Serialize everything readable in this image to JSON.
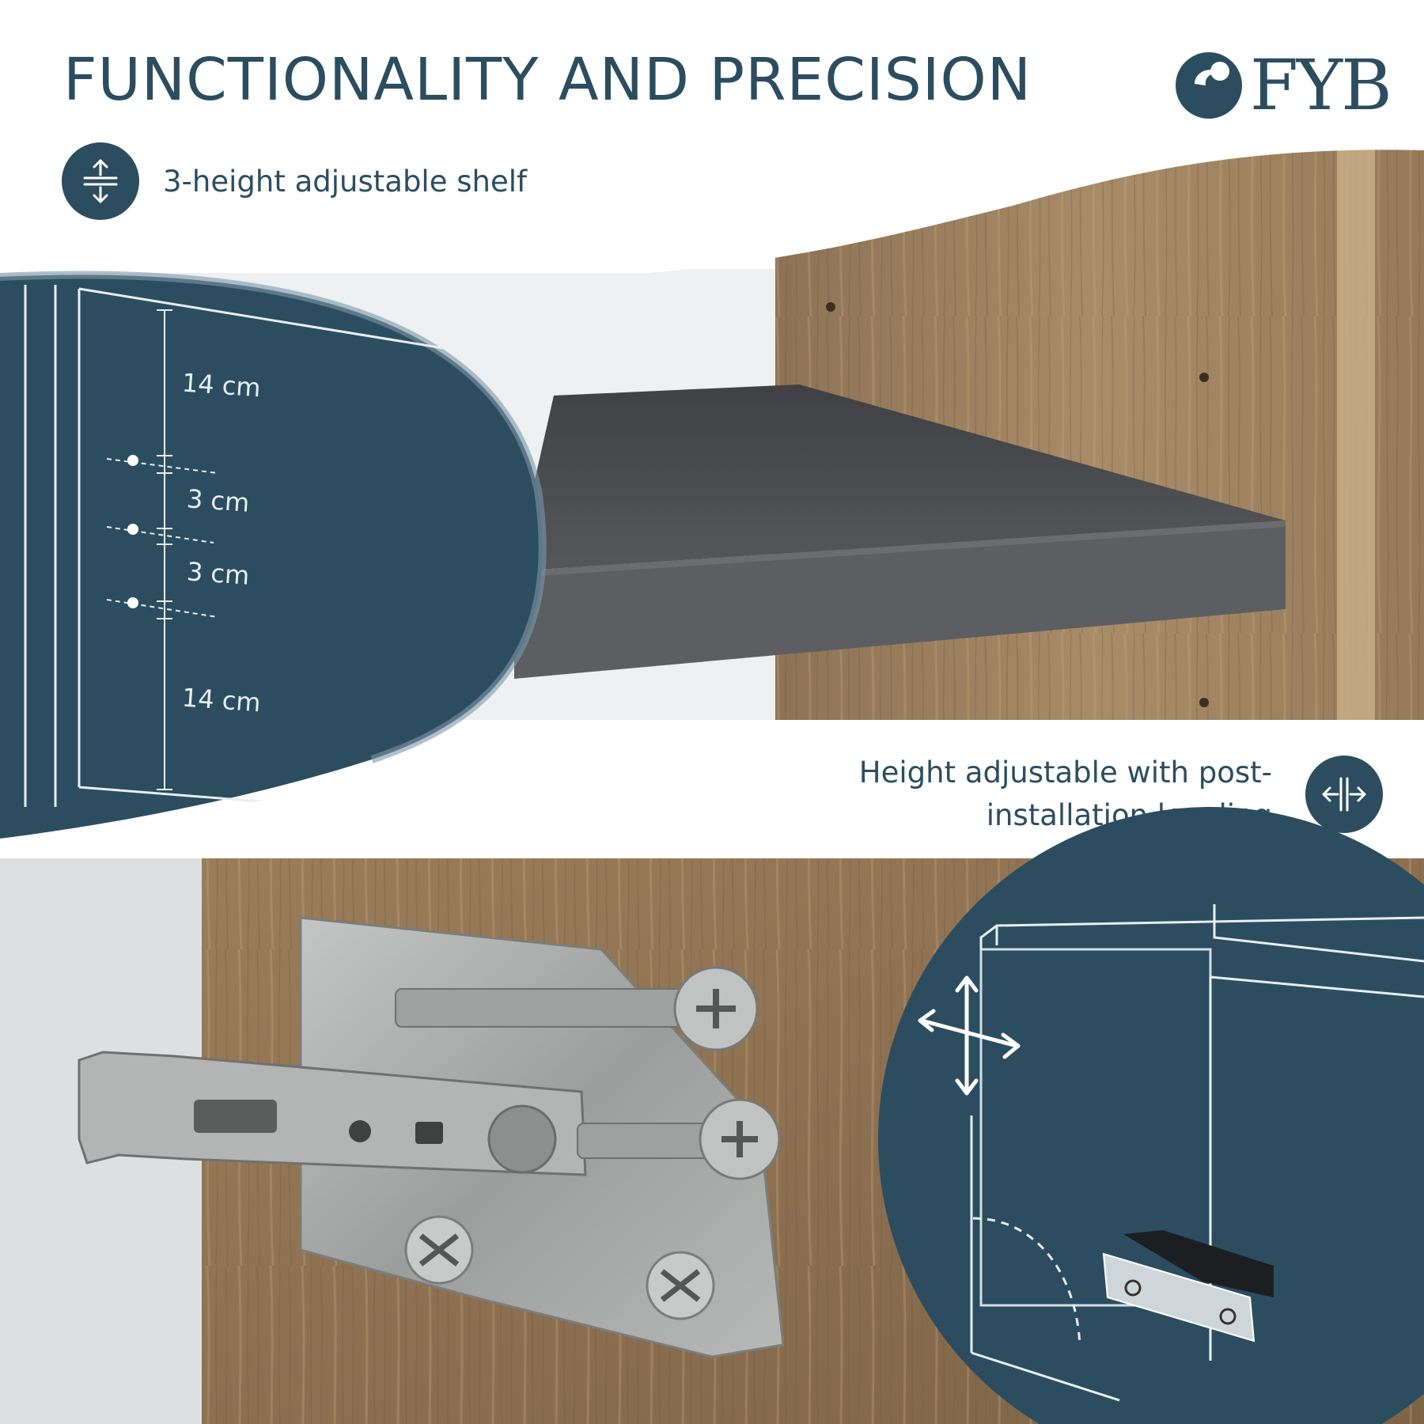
{
  "header": {
    "title": "FUNCTIONALITY AND PRECISION"
  },
  "logo": {
    "text": "FYB",
    "icon": "moon-swirl-icon"
  },
  "features": [
    {
      "label": "3-height adjustable shelf",
      "icon": "vertical-adjust-icon"
    },
    {
      "label_line1": "Height adjustable with post-",
      "label_line2": "installation leveling",
      "icon": "horizontal-adjust-icon"
    }
  ],
  "diagram": {
    "measurements": [
      "14 cm",
      "3 cm",
      "3 cm",
      "14 cm"
    ]
  },
  "colors": {
    "brand": "#2c4d60",
    "wood": "#a58a66",
    "shelf": "#4e5053",
    "metal": "#a7a9a8"
  }
}
